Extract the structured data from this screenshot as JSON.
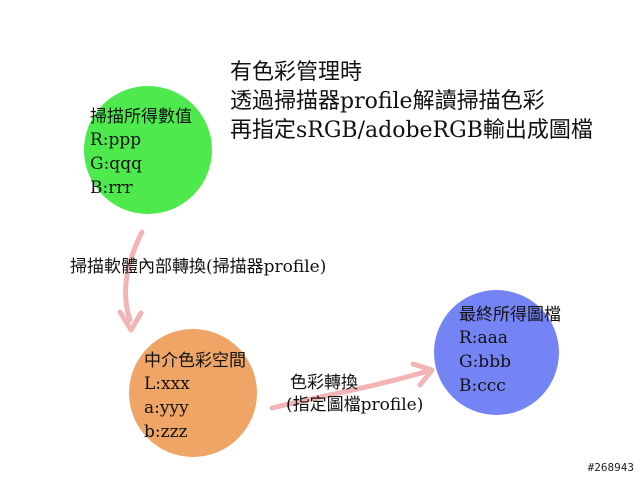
{
  "header": {
    "line1": "有色彩管理時",
    "line2": "透過掃描器profile解讀掃描色彩",
    "line3": "再指定sRGB/adobeRGB輸出成圖檔"
  },
  "nodes": {
    "scan": {
      "color": "#4DE94D",
      "title": "掃描所得數值",
      "r": "R:ppp",
      "g": "G:qqq",
      "b": "B:rrr"
    },
    "intermediate": {
      "color": "#EEA565",
      "title": "中介色彩空間",
      "l": "L:xxx",
      "a": "a:yyy",
      "b": "b:zzz"
    },
    "final": {
      "color": "#7584F5",
      "title": "最終所得圖檔",
      "r": "R:aaa",
      "g": "G:bbb",
      "b": "B:ccc"
    }
  },
  "edges": {
    "scan_to_intermediate": {
      "label": "掃描軟體內部轉換(掃描器profile)",
      "color": "#F2B4B4"
    },
    "intermediate_to_final": {
      "label1": "色彩轉換",
      "label2": "(指定圖檔profile)",
      "color": "#F2B4B4"
    }
  },
  "watermark": "#268943"
}
